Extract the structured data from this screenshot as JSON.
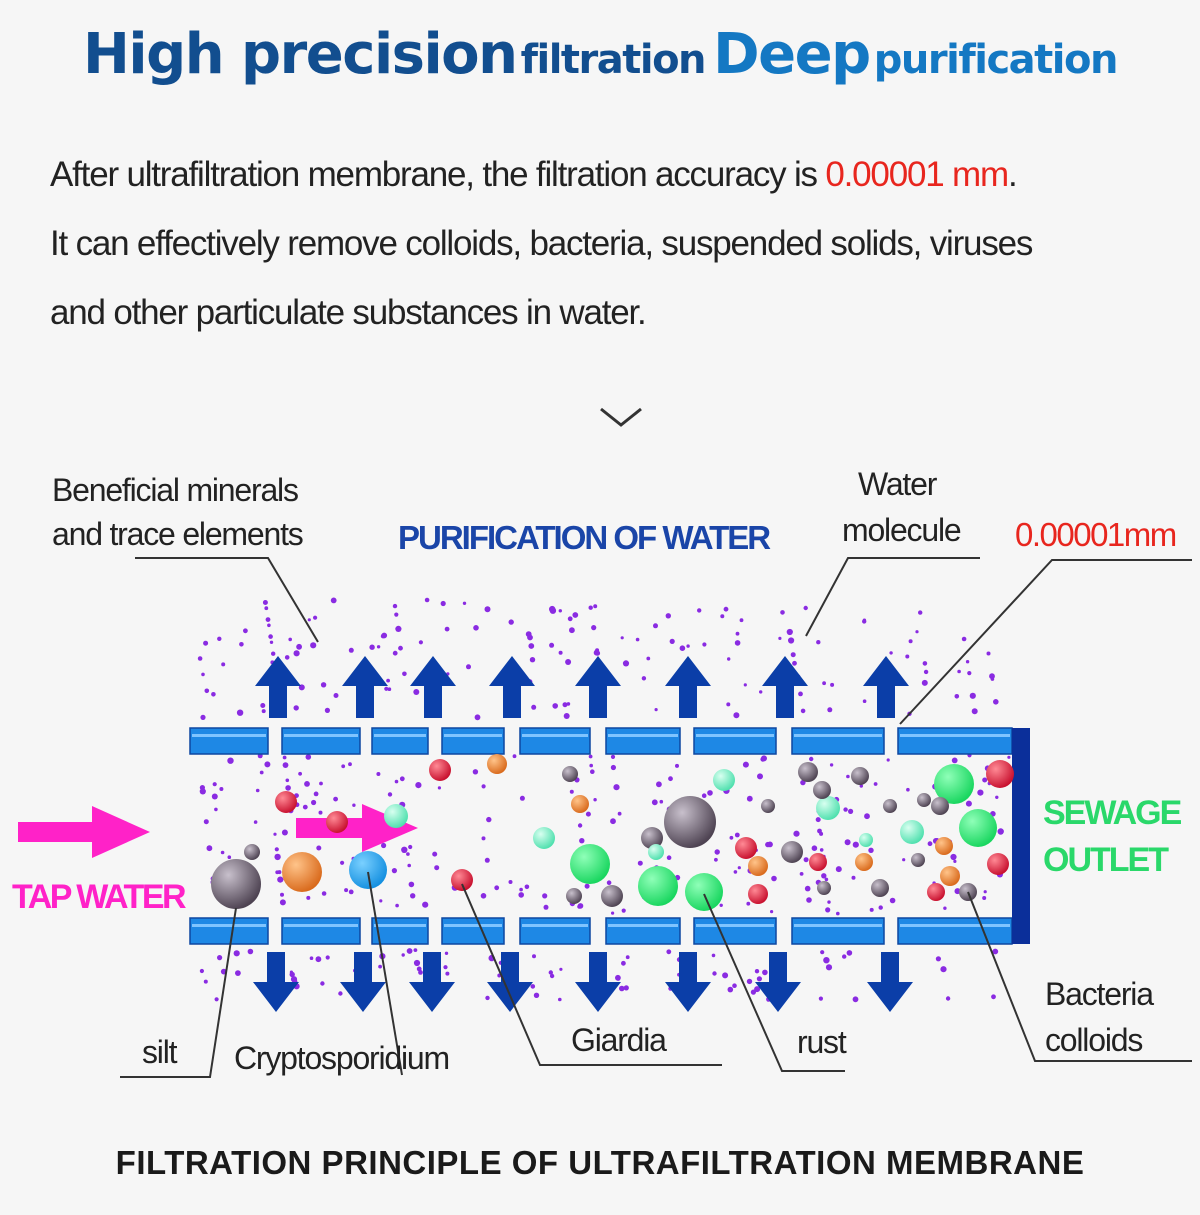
{
  "headline": {
    "part1": "High precision",
    "part2": "filtration",
    "part3": "Deep",
    "part4": "purification"
  },
  "description": {
    "line1_text": "After ultrafiltration membrane, the filtration accuracy is ",
    "line1_highlight": "0.00001 mm",
    "line1_end": ".",
    "line2": "It can effectively remove colloids, bacteria, suspended solids, viruses",
    "line3": "and other particulate substances in water."
  },
  "diagram": {
    "label_minerals_1": "Beneficial minerals",
    "label_minerals_2": "and trace elements",
    "label_purification": "PURIFICATION OF WATER",
    "label_water_1": "Water",
    "label_water_2": "molecule",
    "label_accuracy": "0.00001mm",
    "label_sewage_1": "SEWAGE",
    "label_sewage_2": "OUTLET",
    "label_tap": "TAP WATER",
    "label_silt": "silt",
    "label_crypto": "Cryptosporidium",
    "label_giardia": "Giardia",
    "label_rust": "rust",
    "label_bacteria_1": "Bacteria",
    "label_bacteria_2": "colloids"
  },
  "footer": "FILTRATION PRINCIPLE OF ULTRAFILTRATION MEMBRANE",
  "colors": {
    "membrane": "#1e88e5",
    "arrow": "#0b3ea8",
    "tap_arrow": "#ff22c8",
    "sewage": "#2ad86a",
    "highlight": "#e8261e",
    "dots": "#8a2be2"
  }
}
